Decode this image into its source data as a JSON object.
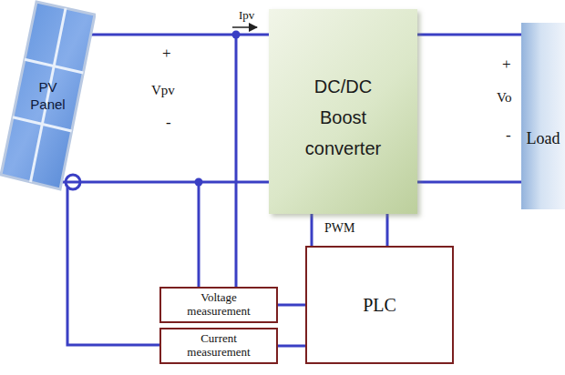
{
  "diagram": {
    "nodes": [
      {
        "text": [
          "PV Panel"
        ]
      },
      {
        "text": [
          "DC/DC Boost converter"
        ]
      },
      {
        "text": [
          "Load"
        ]
      },
      {
        "text": [
          "Voltage measurement"
        ]
      },
      {
        "text": [
          "PLC"
        ]
      },
      {
        "text": [
          "Current measurement"
        ]
      }
    ],
    "edges": [
      {
        "from": 0,
        "to": 1,
        "arrow": "none"
      },
      {
        "from": 1,
        "to": 2,
        "arrow": "none"
      },
      {
        "from": 1,
        "to": 4,
        "arrow": "none"
      },
      {
        "from": 3,
        "to": 4,
        "arrow": "none"
      },
      {
        "from": 5,
        "to": 4,
        "arrow": "none"
      }
    ],
    "labels": [
      "Ipv",
      "+",
      "Vpv",
      "-",
      "+",
      "Vo",
      "-",
      "PWM"
    ]
  }
}
